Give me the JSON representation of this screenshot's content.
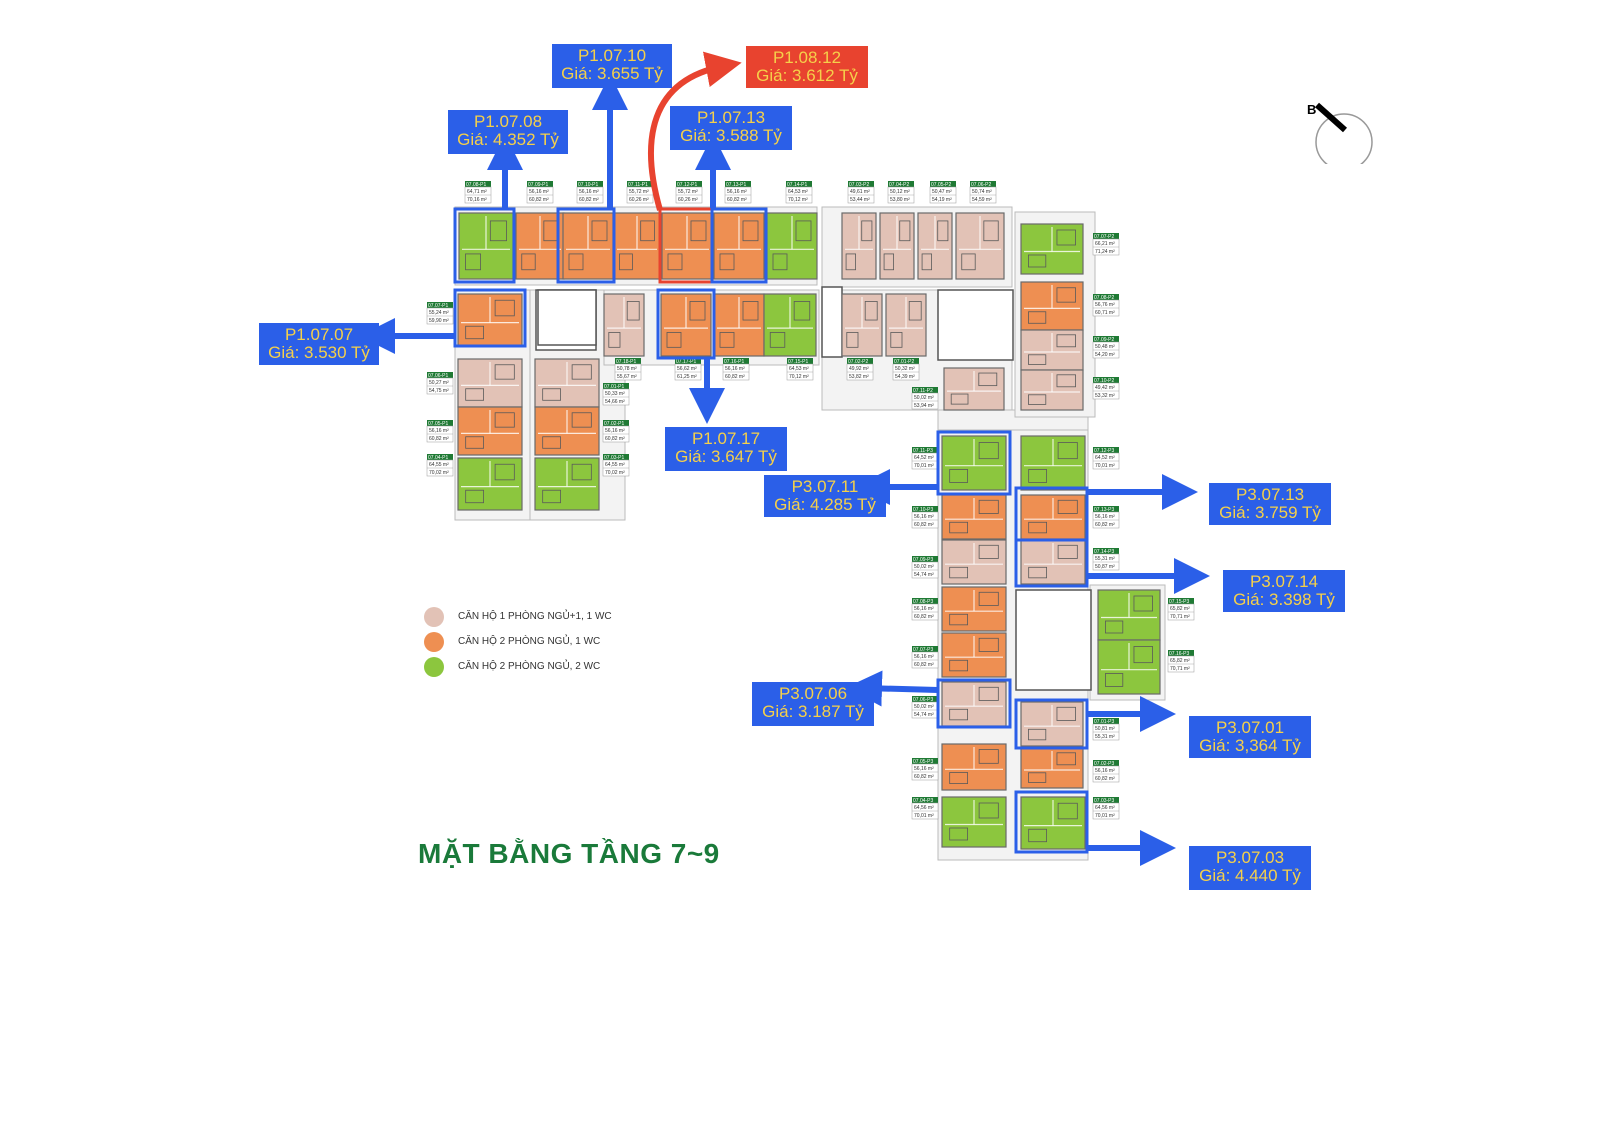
{
  "title": "MẶT BẰNG TẦNG 7~9",
  "compass_label": "B",
  "colors": {
    "one_bed": "#e2c2b6",
    "two_bed_one_wc": "#ee8f52",
    "two_bed_two_wc": "#8cc63e",
    "callout_blue": "#2b5fe8",
    "callout_red": "#e8432f",
    "callout_text": "#f5d04a",
    "label_green": "#1f7a34"
  },
  "legend": [
    {
      "label": "CĂN HỘ 1 PHÒNG NGỦ+1, 1 WC",
      "type": "one_bed"
    },
    {
      "label": "CĂN HỘ 2 PHÒNG NGỦ, 1 WC",
      "type": "two_bed_one_wc"
    },
    {
      "label": "CĂN HỘ 2 PHÒNG NGỦ, 2 WC",
      "type": "two_bed_two_wc"
    }
  ],
  "callouts": [
    {
      "code": "P1.07.10",
      "price": "Giá: 3.655 Tỷ",
      "highlight": false
    },
    {
      "code": "P1.08.12",
      "price": "Giá: 3.612 Tỷ",
      "highlight": true
    },
    {
      "code": "P1.07.08",
      "price": "Giá: 4.352 Tỷ",
      "highlight": false
    },
    {
      "code": "P1.07.13",
      "price": "Giá: 3.588 Tỷ",
      "highlight": false
    },
    {
      "code": "P1.07.07",
      "price": "Giá: 3.530 Tỷ",
      "highlight": false
    },
    {
      "code": "P1.07.17",
      "price": "Giá: 3.647 Tỷ",
      "highlight": false
    },
    {
      "code": "P3.07.11",
      "price": "Giá: 4.285 Tỷ",
      "highlight": false
    },
    {
      "code": "P3.07.13",
      "price": "Giá: 3.759 Tỷ",
      "highlight": false
    },
    {
      "code": "P3.07.14",
      "price": "Giá: 3.398 Tỷ",
      "highlight": false
    },
    {
      "code": "P3.07.06",
      "price": "Giá: 3.187 Tỷ",
      "highlight": false
    },
    {
      "code": "P3.07.01",
      "price": "Giá: 3,364 Tỷ",
      "highlight": false
    },
    {
      "code": "P3.07.03",
      "price": "Giá: 4.440 Tỷ",
      "highlight": false
    }
  ],
  "units": [
    {
      "id": "07.08-P1",
      "a1": "64,71 m²",
      "a2": "70,16 m²",
      "type": "two_bed_two_wc"
    },
    {
      "id": "07.09-P1",
      "a1": "56,16 m²",
      "a2": "60,82 m²",
      "type": "two_bed_one_wc"
    },
    {
      "id": "07.10-P1",
      "a1": "56,16 m²",
      "a2": "60,82 m²",
      "type": "two_bed_one_wc"
    },
    {
      "id": "07.11-P1",
      "a1": "55,72 m²",
      "a2": "60,26 m²",
      "type": "two_bed_one_wc"
    },
    {
      "id": "07.12-P1",
      "a1": "55,72 m²",
      "a2": "60,26 m²",
      "type": "two_bed_one_wc"
    },
    {
      "id": "07.13-P1",
      "a1": "56,16 m²",
      "a2": "60,82 m²",
      "type": "two_bed_one_wc"
    },
    {
      "id": "07.14-P1",
      "a1": "64,53 m²",
      "a2": "70,12 m²",
      "type": "two_bed_two_wc"
    },
    {
      "id": "07.03-P2",
      "a1": "49,61 m²",
      "a2": "53,44 m²",
      "type": "one_bed"
    },
    {
      "id": "07.04-P2",
      "a1": "50,12 m²",
      "a2": "53,80 m²",
      "type": "one_bed"
    },
    {
      "id": "07.05-P2",
      "a1": "50,47 m²",
      "a2": "54,19 m²",
      "type": "one_bed"
    },
    {
      "id": "07.06-P2",
      "a1": "50,74 m²",
      "a2": "54,59 m²",
      "type": "one_bed"
    },
    {
      "id": "07.07-P1",
      "a1": "55,24 m²",
      "a2": "59,90 m²",
      "type": "two_bed_one_wc"
    },
    {
      "id": "07.06-P1",
      "a1": "50,27 m²",
      "a2": "54,75 m²",
      "type": "one_bed"
    },
    {
      "id": "07.05-P1",
      "a1": "56,16 m²",
      "a2": "60,82 m²",
      "type": "two_bed_one_wc"
    },
    {
      "id": "07.04-P1",
      "a1": "64,55 m²",
      "a2": "70,02 m²",
      "type": "two_bed_two_wc"
    },
    {
      "id": "07.18-P1",
      "a1": "50,78 m²",
      "a2": "55,67 m²",
      "type": "one_bed"
    },
    {
      "id": "07.01-P1",
      "a1": "50,33 m²",
      "a2": "54,66 m²",
      "type": "one_bed"
    },
    {
      "id": "07.02-P1",
      "a1": "56,16 m²",
      "a2": "60,82 m²",
      "type": "two_bed_one_wc"
    },
    {
      "id": "07.03-P1",
      "a1": "64,55 m²",
      "a2": "70,02 m²",
      "type": "two_bed_two_wc"
    },
    {
      "id": "07.17-P1",
      "a1": "56,62 m²",
      "a2": "61,25 m²",
      "type": "two_bed_one_wc"
    },
    {
      "id": "07.16-P1",
      "a1": "56,16 m²",
      "a2": "60,82 m²",
      "type": "two_bed_one_wc"
    },
    {
      "id": "07.15-P1",
      "a1": "64,53 m²",
      "a2": "70,12 m²",
      "type": "two_bed_two_wc"
    },
    {
      "id": "07.02-P2",
      "a1": "49,92 m²",
      "a2": "53,82 m²",
      "type": "one_bed"
    },
    {
      "id": "07.01-P2",
      "a1": "50,32 m²",
      "a2": "54,39 m²",
      "type": "one_bed"
    },
    {
      "id": "07.11-P2",
      "a1": "50,02 m²",
      "a2": "53,94 m²",
      "type": "one_bed"
    },
    {
      "id": "07.07-P2",
      "a1": "66,21 m²",
      "a2": "71,24 m²",
      "type": "two_bed_two_wc"
    },
    {
      "id": "07.08-P2",
      "a1": "56,76 m²",
      "a2": "60,71 m²",
      "type": "two_bed_one_wc"
    },
    {
      "id": "07.09-P2",
      "a1": "50,48 m²",
      "a2": "54,20 m²",
      "type": "one_bed"
    },
    {
      "id": "07.10-P2",
      "a1": "49,42 m²",
      "a2": "53,32 m²",
      "type": "one_bed"
    },
    {
      "id": "07.11-P3",
      "a1": "64,52 m²",
      "a2": "70,01 m²",
      "type": "two_bed_two_wc"
    },
    {
      "id": "07.12-P3",
      "a1": "64,52 m²",
      "a2": "70,01 m²",
      "type": "two_bed_two_wc"
    },
    {
      "id": "07.10-P3",
      "a1": "56,16 m²",
      "a2": "60,82 m²",
      "type": "two_bed_one_wc"
    },
    {
      "id": "07.13-P3",
      "a1": "56,16 m²",
      "a2": "60,82 m²",
      "type": "two_bed_one_wc"
    },
    {
      "id": "07.09-P3",
      "a1": "50,02 m²",
      "a2": "54,74 m²",
      "type": "one_bed"
    },
    {
      "id": "07.14-P3",
      "a1": "55,31 m²",
      "a2": "50,87 m²",
      "type": "one_bed"
    },
    {
      "id": "07.08-P3",
      "a1": "56,16 m²",
      "a2": "60,82 m²",
      "type": "two_bed_one_wc"
    },
    {
      "id": "07.15-P3",
      "a1": "65,82 m²",
      "a2": "70,71 m²",
      "type": "two_bed_two_wc"
    },
    {
      "id": "07.07-P3",
      "a1": "56,16 m²",
      "a2": "60,82 m²",
      "type": "two_bed_one_wc"
    },
    {
      "id": "07.16-P3",
      "a1": "65,82 m²",
      "a2": "70,71 m²",
      "type": "two_bed_two_wc"
    },
    {
      "id": "07.06-P3",
      "a1": "50,02 m²",
      "a2": "54,74 m²",
      "type": "one_bed"
    },
    {
      "id": "07.01-P3",
      "a1": "50,81 m²",
      "a2": "55,31 m²",
      "type": "one_bed"
    },
    {
      "id": "07.05-P3",
      "a1": "56,16 m²",
      "a2": "60,82 m²",
      "type": "two_bed_one_wc"
    },
    {
      "id": "07.02-P3",
      "a1": "56,16 m²",
      "a2": "60,82 m²",
      "type": "two_bed_one_wc"
    },
    {
      "id": "07.04-P3",
      "a1": "64,56 m²",
      "a2": "70,01 m²",
      "type": "two_bed_two_wc"
    },
    {
      "id": "07.03-P3",
      "a1": "64,56 m²",
      "a2": "70,01 m²",
      "type": "two_bed_two_wc"
    }
  ]
}
